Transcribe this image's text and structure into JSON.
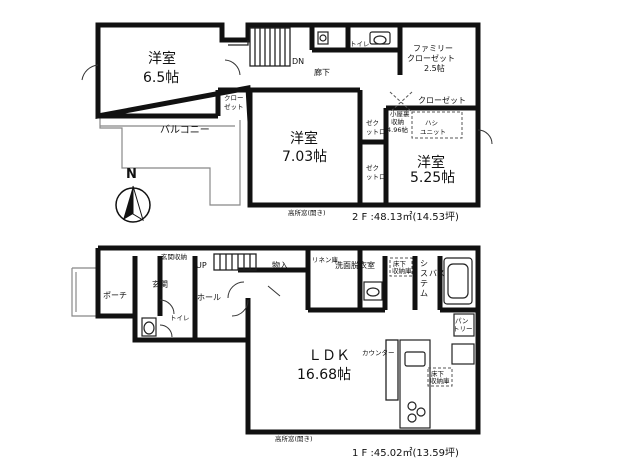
{
  "floor2": {
    "room_west": {
      "name": "洋室",
      "size": "6.5帖"
    },
    "room_center": {
      "name": "洋室",
      "size": "7.03帖"
    },
    "room_east": {
      "name": "洋室",
      "size": "5.25帖"
    },
    "family_closet": {
      "line1": "ファミリー",
      "line2": "クローゼット",
      "size": "2.5帖"
    },
    "toilet": "トイレ",
    "hallway": "廊下",
    "stairs_dn": "DN",
    "closet_small": {
      "line1": "クロー",
      "line2": "ゼット"
    },
    "closet_east": "クローゼット",
    "closet_v1": {
      "line1": "ゼク",
      "line2": "ットロ"
    },
    "closet_v2": {
      "line1": "ゼク",
      "line2": "ットロ"
    },
    "attic": {
      "line1": "小屋裏",
      "line2": "収納",
      "size": "4.96帖"
    },
    "bath_unit": {
      "line1": "ハシ",
      "line2": "ユニット"
    },
    "balcony": "バルコニー",
    "high_window": "高所窓(開き)",
    "area": "2 F :48.13㎡(14.53坪)"
  },
  "floor1": {
    "ldk": {
      "name": "ＬＤＫ",
      "size": "16.68帖"
    },
    "porch": "ポーチ",
    "entrance": "玄関",
    "shoe_box": "玄関収納",
    "hall": "ホール",
    "toilet": "トイレ",
    "stairs_up": "UP",
    "storage": "物入",
    "linen": "リネン庫",
    "washroom": "洗面脱衣室",
    "floor_storage_1": {
      "line1": "床下",
      "line2": "収納庫"
    },
    "system_bath": {
      "line1": "シ",
      "line2": "ス",
      "line3": "テ",
      "line4": "ム",
      "label": "バス"
    },
    "pantry": {
      "line1": "パン",
      "line2": "トリー"
    },
    "counter": "カウンター",
    "floor_storage_2": {
      "line1": "床下",
      "line2": "収納庫"
    },
    "high_window": "高所窓(開き)",
    "area": "1 F :45.02㎡(13.59坪)"
  },
  "compass": {
    "label": "N"
  }
}
